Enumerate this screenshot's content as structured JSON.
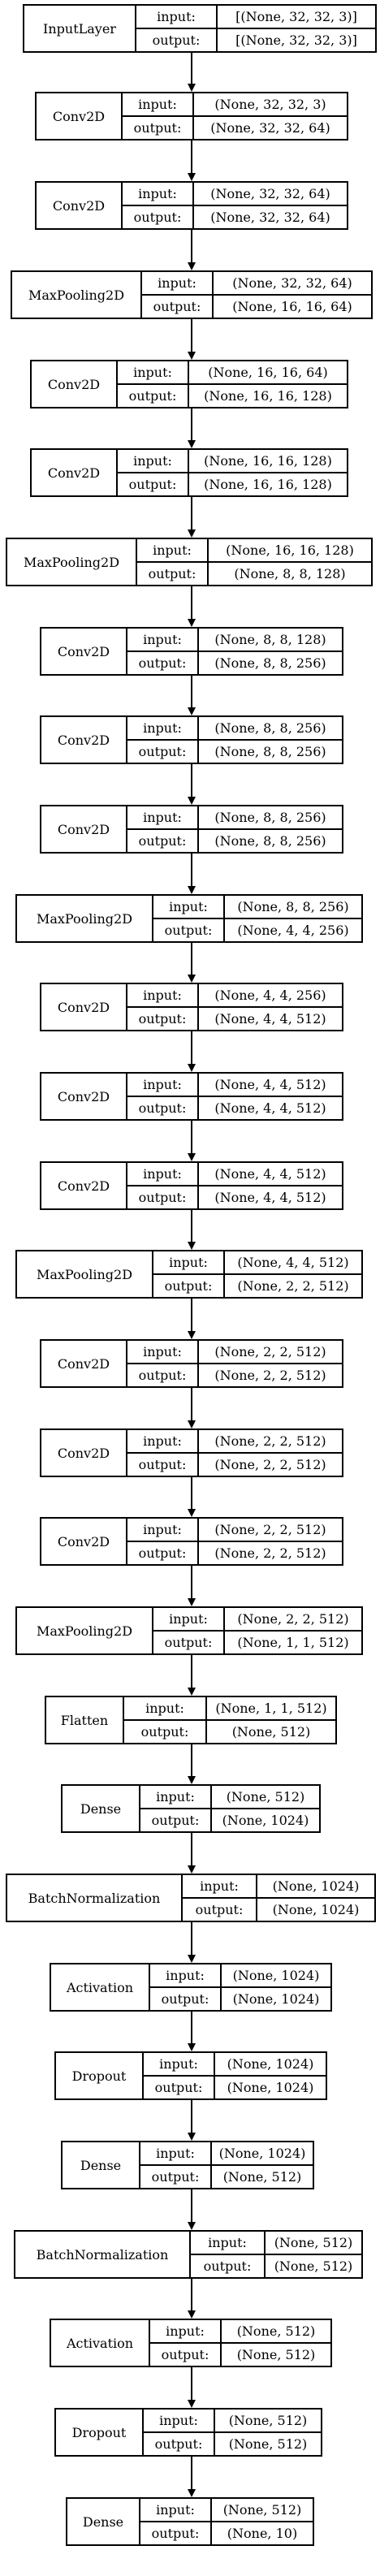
{
  "diagram": {
    "labels": {
      "input": "input:",
      "output": "output:"
    },
    "nodes": [
      {
        "name": "InputLayer",
        "input": "[(None, 32, 32, 3)]",
        "output": "[(None, 32, 32, 3)]"
      },
      {
        "name": "Conv2D",
        "input": "(None, 32, 32, 3)",
        "output": "(None, 32, 32, 64)"
      },
      {
        "name": "Conv2D",
        "input": "(None, 32, 32, 64)",
        "output": "(None, 32, 32, 64)"
      },
      {
        "name": "MaxPooling2D",
        "input": "(None, 32, 32, 64)",
        "output": "(None, 16, 16, 64)"
      },
      {
        "name": "Conv2D",
        "input": "(None, 16, 16, 64)",
        "output": "(None, 16, 16, 128)"
      },
      {
        "name": "Conv2D",
        "input": "(None, 16, 16, 128)",
        "output": "(None, 16, 16, 128)"
      },
      {
        "name": "MaxPooling2D",
        "input": "(None, 16, 16, 128)",
        "output": "(None, 8, 8, 128)"
      },
      {
        "name": "Conv2D",
        "input": "(None, 8, 8, 128)",
        "output": "(None, 8, 8, 256)"
      },
      {
        "name": "Conv2D",
        "input": "(None, 8, 8, 256)",
        "output": "(None, 8, 8, 256)"
      },
      {
        "name": "Conv2D",
        "input": "(None, 8, 8, 256)",
        "output": "(None, 8, 8, 256)"
      },
      {
        "name": "MaxPooling2D",
        "input": "(None, 8, 8, 256)",
        "output": "(None, 4, 4, 256)"
      },
      {
        "name": "Conv2D",
        "input": "(None, 4, 4, 256)",
        "output": "(None, 4, 4, 512)"
      },
      {
        "name": "Conv2D",
        "input": "(None, 4, 4, 512)",
        "output": "(None, 4, 4, 512)"
      },
      {
        "name": "Conv2D",
        "input": "(None, 4, 4, 512)",
        "output": "(None, 4, 4, 512)"
      },
      {
        "name": "MaxPooling2D",
        "input": "(None, 4, 4, 512)",
        "output": "(None, 2, 2, 512)"
      },
      {
        "name": "Conv2D",
        "input": "(None, 2, 2, 512)",
        "output": "(None, 2, 2, 512)"
      },
      {
        "name": "Conv2D",
        "input": "(None, 2, 2, 512)",
        "output": "(None, 2, 2, 512)"
      },
      {
        "name": "Conv2D",
        "input": "(None, 2, 2, 512)",
        "output": "(None, 2, 2, 512)"
      },
      {
        "name": "MaxPooling2D",
        "input": "(None, 2, 2, 512)",
        "output": "(None, 1, 1, 512)"
      },
      {
        "name": "Flatten",
        "input": "(None, 1, 1, 512)",
        "output": "(None, 512)"
      },
      {
        "name": "Dense",
        "input": "(None, 512)",
        "output": "(None, 1024)"
      },
      {
        "name": "BatchNormalization",
        "input": "(None, 1024)",
        "output": "(None, 1024)"
      },
      {
        "name": "Activation",
        "input": "(None, 1024)",
        "output": "(None, 1024)"
      },
      {
        "name": "Dropout",
        "input": "(None, 1024)",
        "output": "(None, 1024)"
      },
      {
        "name": "Dense",
        "input": "(None, 1024)",
        "output": "(None, 512)"
      },
      {
        "name": "BatchNormalization",
        "input": "(None, 512)",
        "output": "(None, 512)"
      },
      {
        "name": "Activation",
        "input": "(None, 512)",
        "output": "(None, 512)"
      },
      {
        "name": "Dropout",
        "input": "(None, 512)",
        "output": "(None, 512)"
      },
      {
        "name": "Dense",
        "input": "(None, 512)",
        "output": "(None, 10)"
      }
    ]
  }
}
